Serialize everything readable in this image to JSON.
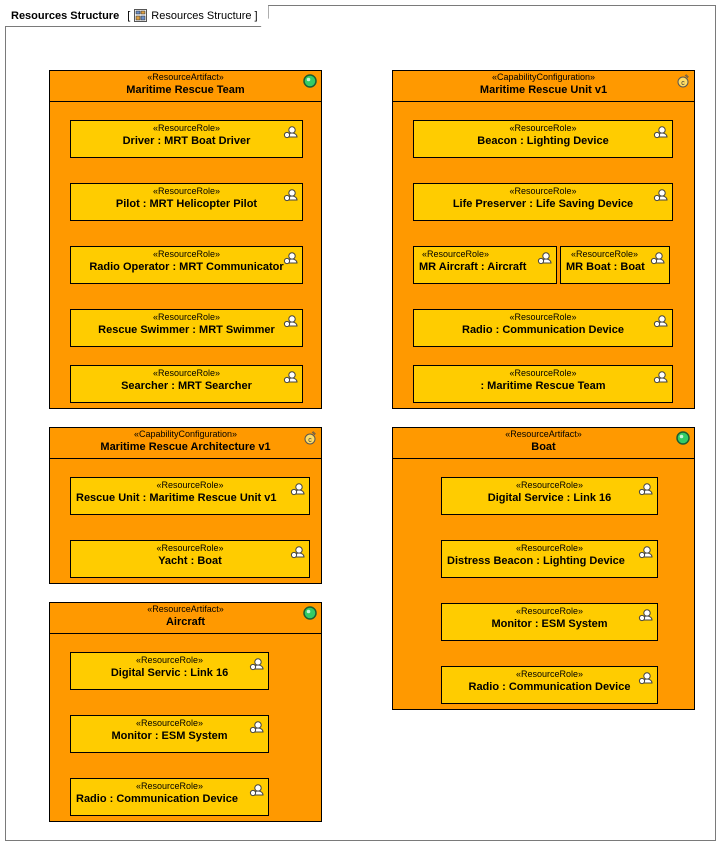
{
  "tab": {
    "title": "Resources Structure",
    "bracket_open": "[",
    "diagram_name": "Resources Structure",
    "bracket_close": "]"
  },
  "icons": {
    "artifact": "green-circle-icon",
    "configuration": "capability-configuration-icon",
    "role": "resource-role-icon",
    "diagram": "diagram-icon"
  },
  "colors": {
    "block_fill": "#ff9900",
    "part_fill": "#ffcc00",
    "border": "#000000",
    "artifact_icon": "#33cc66"
  },
  "blocks": [
    {
      "stereotype": "«ResourceArtifact»",
      "name": "Maritime Rescue Team",
      "kind": "artifact",
      "parts": [
        {
          "stereotype": "«ResourceRole»",
          "name": "Driver : MRT Boat Driver"
        },
        {
          "stereotype": "«ResourceRole»",
          "name": "Pilot : MRT Helicopter Pilot"
        },
        {
          "stereotype": "«ResourceRole»",
          "name": "Radio Operator : MRT Communicator"
        },
        {
          "stereotype": "«ResourceRole»",
          "name": "Rescue Swimmer : MRT Swimmer"
        },
        {
          "stereotype": "«ResourceRole»",
          "name": "Searcher : MRT Searcher"
        }
      ]
    },
    {
      "stereotype": "«CapabilityConfiguration»",
      "name": "Maritime Rescue Unit v1",
      "kind": "configuration",
      "parts": [
        {
          "stereotype": "«ResourceRole»",
          "name": "Beacon : Lighting Device"
        },
        {
          "stereotype": "«ResourceRole»",
          "name": "Life Preserver : Life Saving Device"
        },
        {
          "stereotype": "«ResourceRole»",
          "name": "MR Aircraft : Aircraft"
        },
        {
          "stereotype": "«ResourceRole»",
          "name": "MR Boat : Boat"
        },
        {
          "stereotype": "«ResourceRole»",
          "name": "Radio : Communication Device"
        },
        {
          "stereotype": "«ResourceRole»",
          "name": ": Maritime Rescue Team"
        }
      ]
    },
    {
      "stereotype": "«CapabilityConfiguration»",
      "name": "Maritime Rescue Architecture v1",
      "kind": "configuration",
      "parts": [
        {
          "stereotype": "«ResourceRole»",
          "name": "Rescue Unit : Maritime Rescue Unit v1"
        },
        {
          "stereotype": "«ResourceRole»",
          "name": "Yacht : Boat"
        }
      ]
    },
    {
      "stereotype": "«ResourceArtifact»",
      "name": "Boat",
      "kind": "artifact",
      "parts": [
        {
          "stereotype": "«ResourceRole»",
          "name": "Digital Service : Link 16"
        },
        {
          "stereotype": "«ResourceRole»",
          "name": "Distress Beacon : Lighting Device"
        },
        {
          "stereotype": "«ResourceRole»",
          "name": "Monitor : ESM System"
        },
        {
          "stereotype": "«ResourceRole»",
          "name": "Radio : Communication Device"
        }
      ]
    },
    {
      "stereotype": "«ResourceArtifact»",
      "name": "Aircraft",
      "kind": "artifact",
      "parts": [
        {
          "stereotype": "«ResourceRole»",
          "name": "Digital Servic : Link 16"
        },
        {
          "stereotype": "«ResourceRole»",
          "name": "Monitor : ESM System"
        },
        {
          "stereotype": "«ResourceRole»",
          "name": "Radio : Communication Device"
        }
      ]
    }
  ]
}
